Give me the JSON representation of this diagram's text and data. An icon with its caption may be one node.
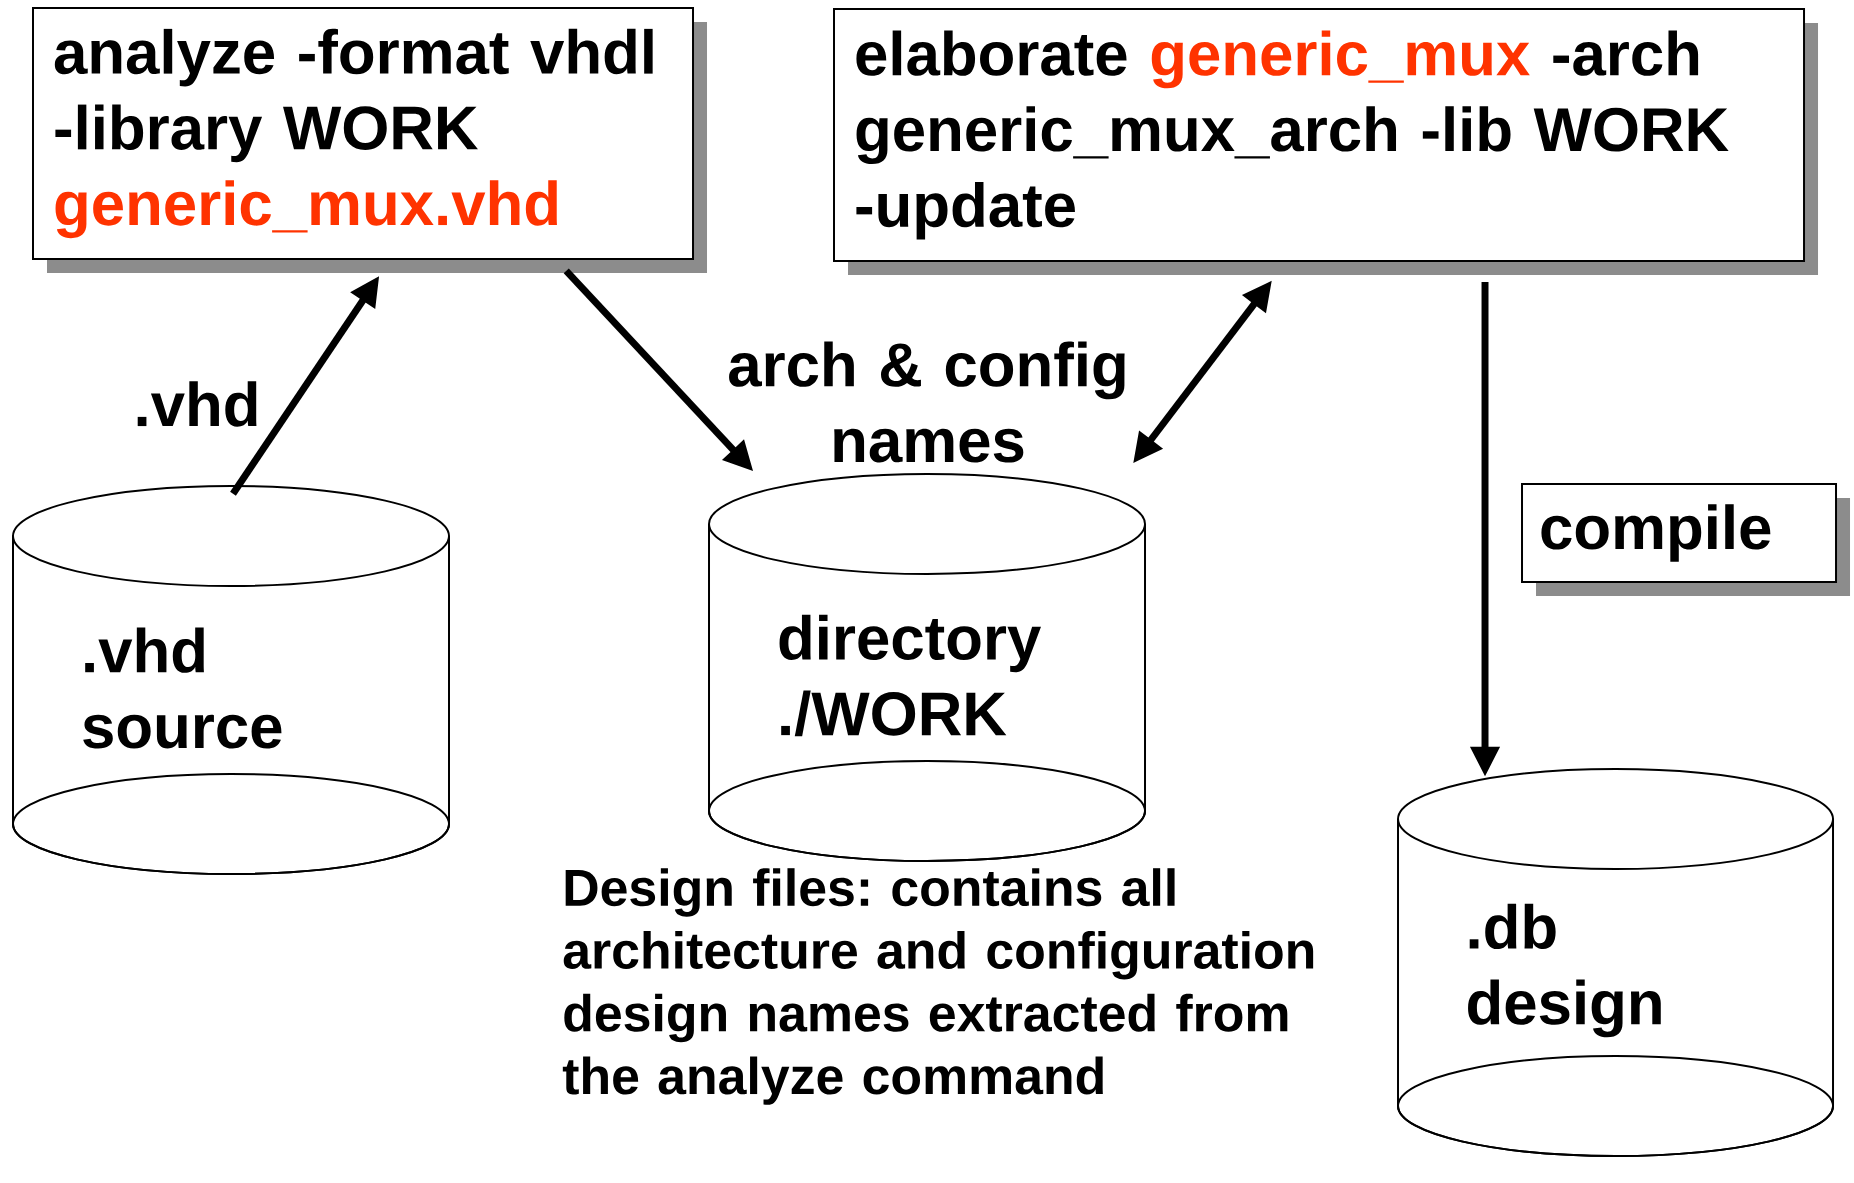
{
  "diagram": {
    "nodes": [
      {
        "text": [
          "analyze -format vhdl -library WORK",
          "generic_mux.vhd"
        ]
      },
      {
        "text": [
          ".vhd source"
        ]
      },
      {
        "text": [
          "directory ./WORK"
        ]
      },
      {
        "text": [
          "elaborate",
          "generic_mux",
          "-arch generic_mux_arch -lib WORK -update"
        ]
      },
      {
        "text": [
          "compile"
        ]
      },
      {
        "text": [
          ".db design"
        ]
      }
    ],
    "edges": [
      {
        "from": 1,
        "to": 0,
        "arrow": "to",
        "label": ".vhd"
      },
      {
        "from": 0,
        "to": 2,
        "arrow": "to"
      },
      {
        "from": 3,
        "to": 2,
        "arrow": "both",
        "label": "arch & config names"
      },
      {
        "from": 3,
        "to": 5,
        "arrow": "to"
      }
    ],
    "labels": [
      "Design files: contains all architecture and configuration design names extracted from the analyze command"
    ]
  }
}
